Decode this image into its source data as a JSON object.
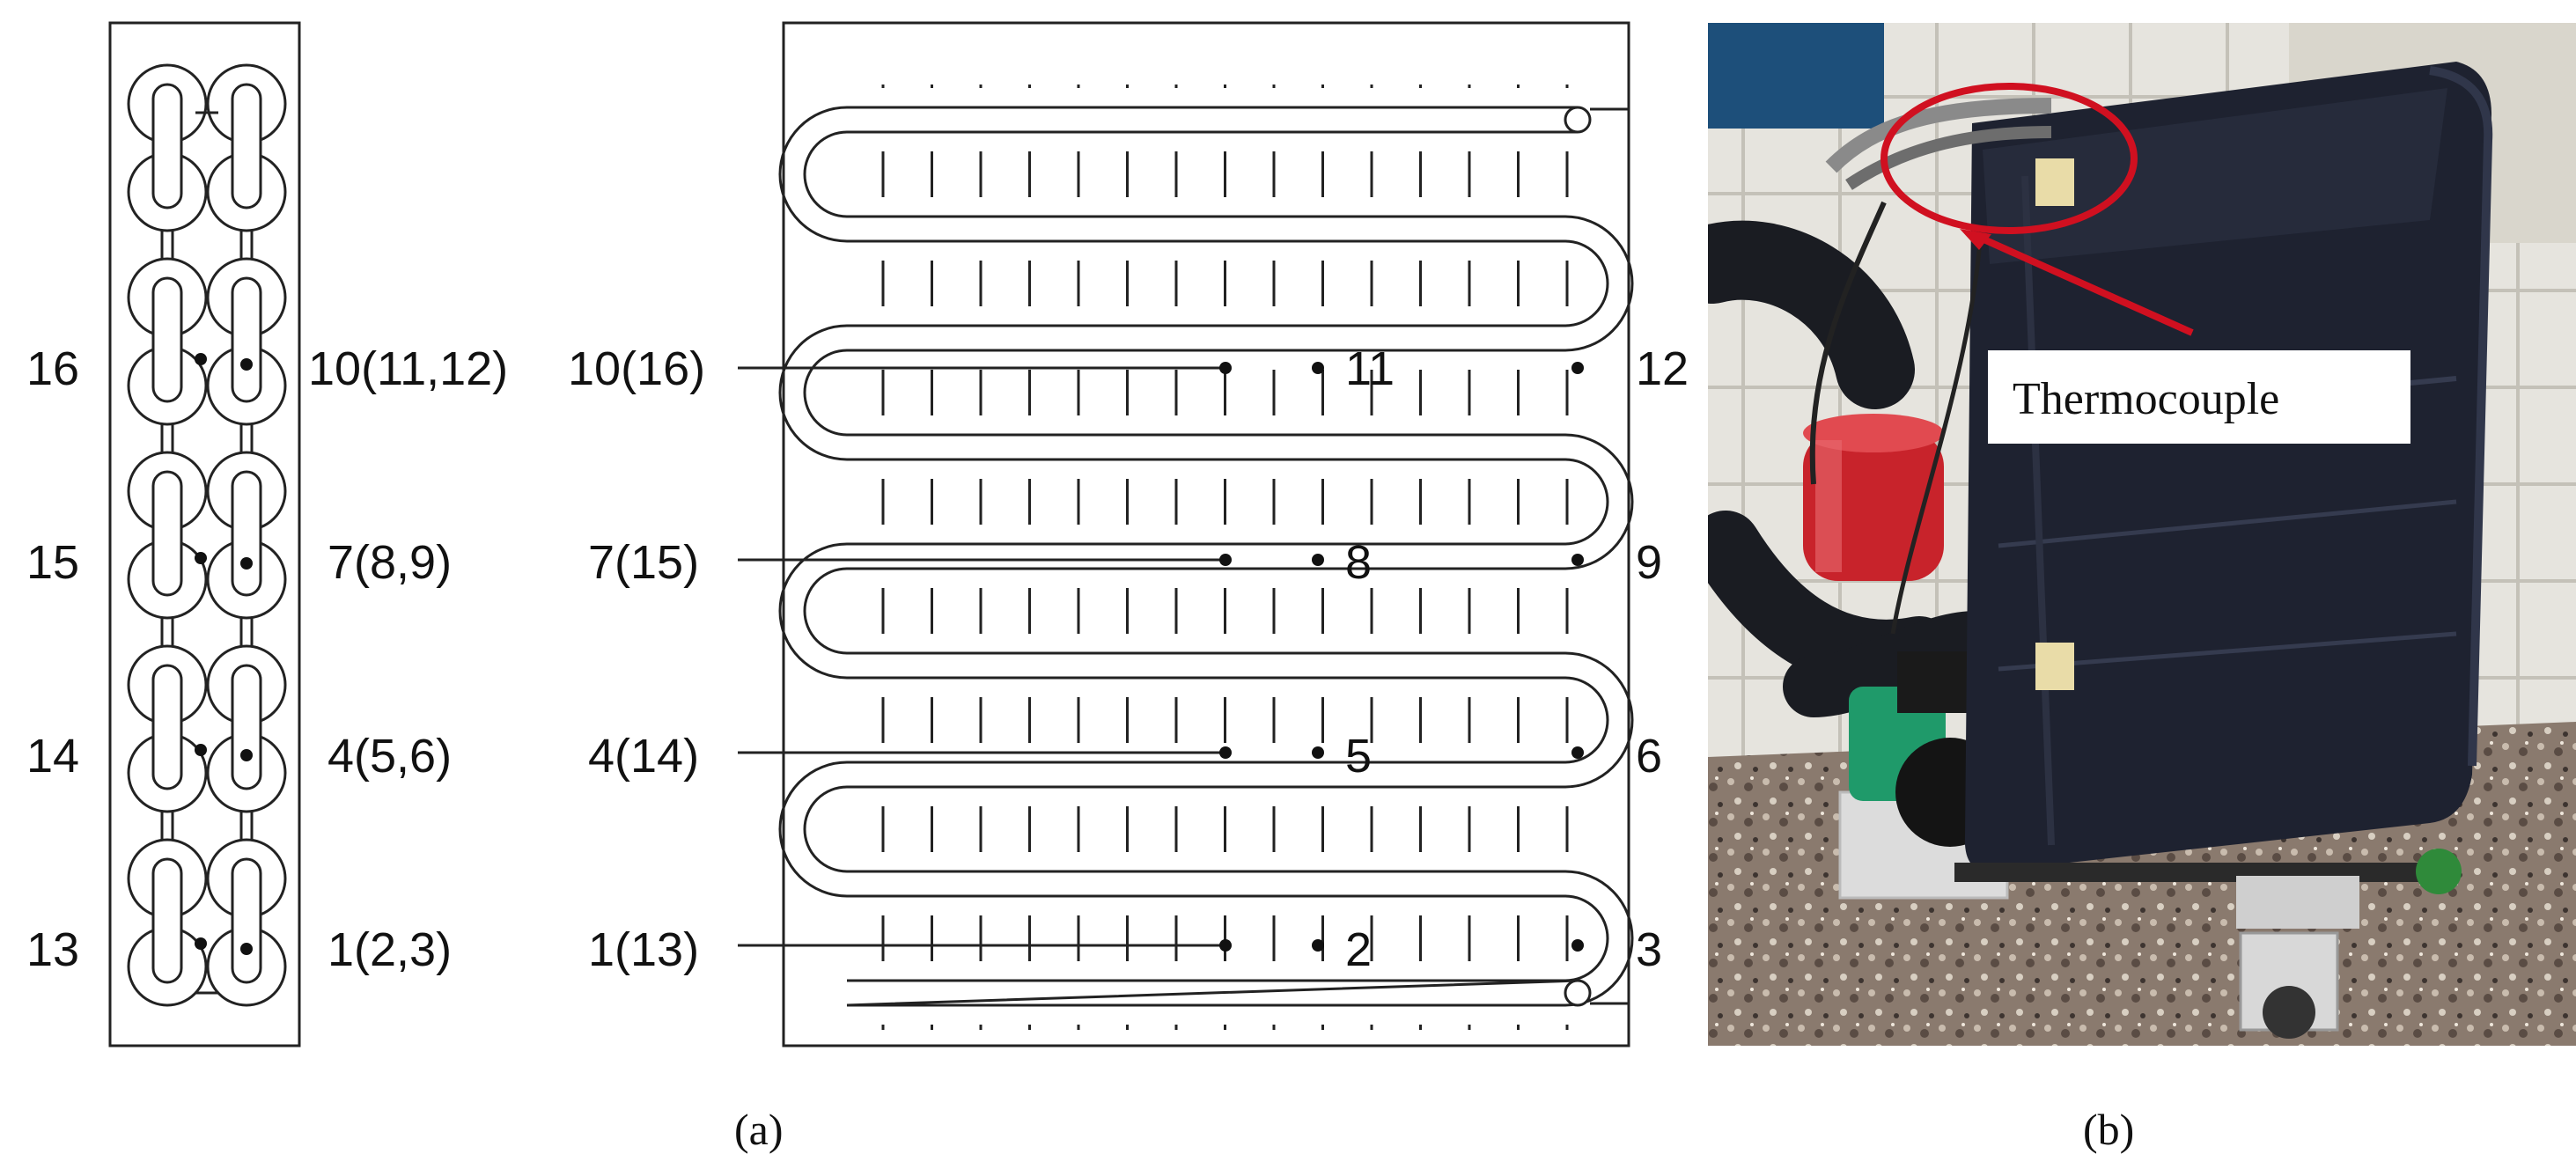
{
  "side_view": {
    "left_labels": [
      "16",
      "15",
      "14",
      "13"
    ],
    "right_labels": [
      "10(11,12)",
      "7(8,9)",
      "4(5,6)",
      "1(2,3)"
    ]
  },
  "front_view": {
    "inlet_labels": [
      "10(16)",
      "7(15)",
      "4(14)",
      "1(13)"
    ],
    "mid_labels": [
      "11",
      "8",
      "5",
      "2"
    ],
    "right_labels": [
      "12",
      "9",
      "6",
      "3"
    ]
  },
  "photo": {
    "callout_label": "Thermocouple",
    "colors": {
      "insulation": "#1e2230",
      "tank": "#c8232b",
      "pump": "#1f9a6a",
      "callout": "#d01020"
    }
  },
  "captions": {
    "a": "(a)",
    "b": "(b)"
  }
}
